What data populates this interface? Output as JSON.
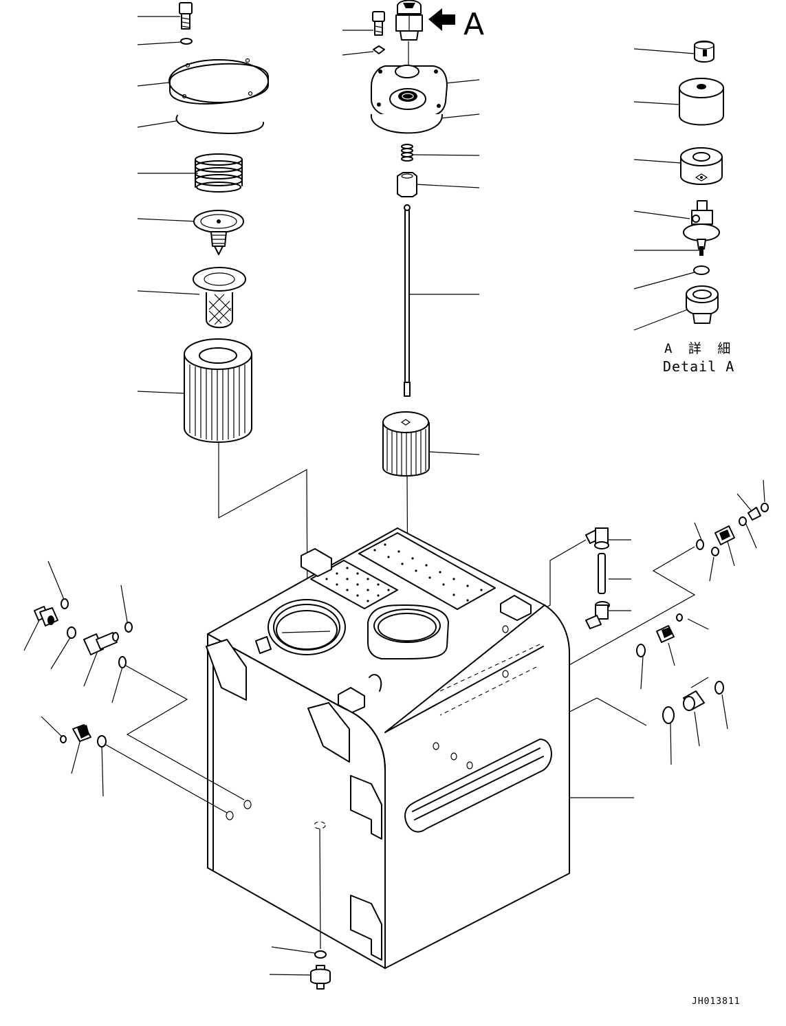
{
  "view_marker": "A",
  "detail": {
    "label_jp": "A 詳 細",
    "label_en": "Detail A"
  },
  "drawing_code": "JH013811",
  "icons": {
    "view_arrow": "arrow-left-icon"
  }
}
